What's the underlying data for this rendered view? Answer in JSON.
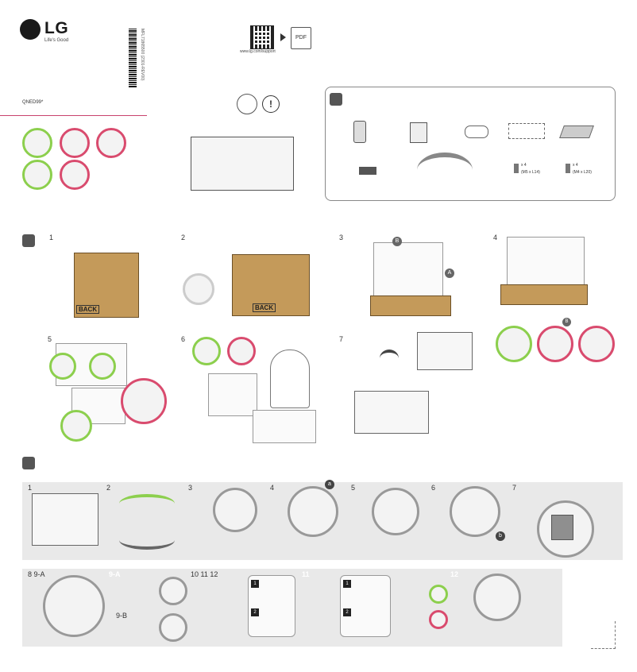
{
  "header": {
    "brand": "LG",
    "tagline": "Life's Good",
    "model": "QNED99*",
    "barcode_text": "MFL71865500 (2301-REV00)",
    "support_url": "www.lg.com/support",
    "pdf_label": "PDF"
  },
  "accessories": {
    "screw_1_label": "(M5 x L14)",
    "screw_2_label": "(M4 x L20)",
    "screw_count_1": "x 4",
    "screw_count_2": "x 4"
  },
  "unpacking_steps": [
    "1",
    "2",
    "3",
    "4",
    "5",
    "6",
    "7"
  ],
  "box_label": "BACK",
  "markers": {
    "a_upper": "A",
    "b_upper": "B",
    "a_lower": "a",
    "b_lower": "b"
  },
  "sub_steps": {
    "one": "1",
    "two": "2"
  },
  "assembly_steps_row1": [
    "1",
    "2",
    "3",
    "4",
    "5",
    "6",
    "7"
  ],
  "assembly_steps_row2": {
    "s8": "8 9-A",
    "s9a": "9-A",
    "s9b": "9-B",
    "s10": "10 11 12",
    "s11": "11",
    "s12": "12"
  },
  "colors": {
    "ok_green": "#8ccf4d",
    "no_red": "#d94b6e",
    "box_brown": "#c49a5a",
    "accent_line": "#c8426e"
  }
}
